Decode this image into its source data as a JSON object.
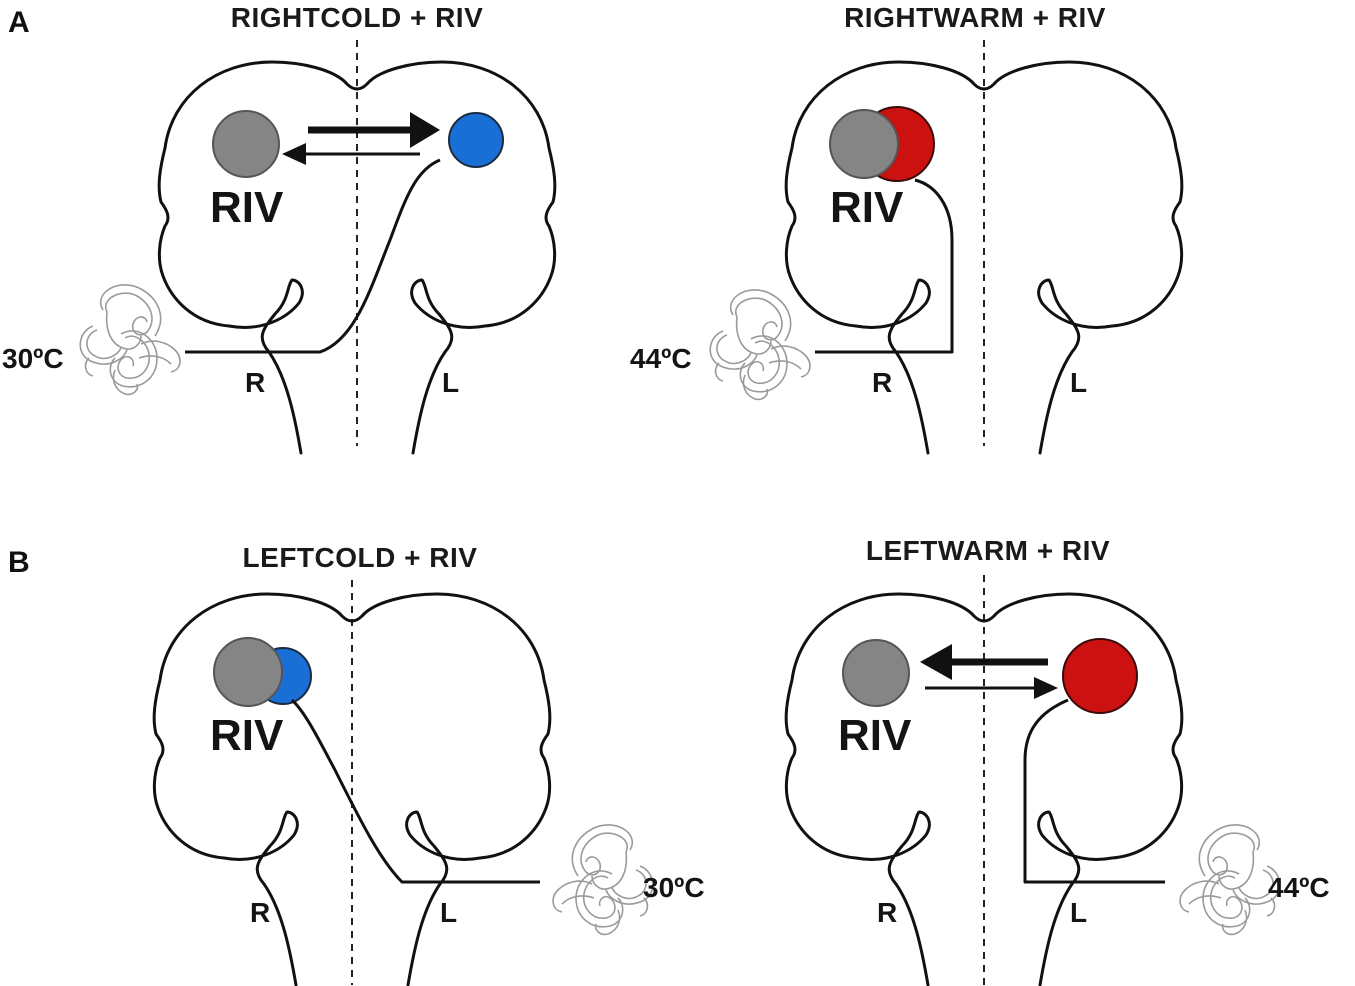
{
  "rows": [
    {
      "label": "A",
      "panels": [
        {
          "title": "RIGHTCOLD + RIV",
          "riv_label": "RIV",
          "side_right": "R",
          "side_left": "L",
          "temperature": "30ºC",
          "stimulus_color": "#1a6fd6",
          "riv_color": "#858585",
          "arrows": "bidirectional"
        },
        {
          "title": "RIGHTWARM + RIV",
          "riv_label": "RIV",
          "side_right": "R",
          "side_left": "L",
          "temperature": "44ºC",
          "stimulus_color": "#cc1111",
          "riv_color": "#858585",
          "arrows": "none"
        }
      ]
    },
    {
      "label": "B",
      "panels": [
        {
          "title": "LEFTCOLD + RIV",
          "riv_label": "RIV",
          "side_right": "R",
          "side_left": "L",
          "temperature": "30ºC",
          "stimulus_color": "#1a6fd6",
          "riv_color": "#858585",
          "arrows": "none"
        },
        {
          "title": "LEFTWARM + RIV",
          "riv_label": "RIV",
          "side_right": "R",
          "side_left": "L",
          "temperature": "44ºC",
          "stimulus_color": "#cc1111",
          "riv_color": "#858585",
          "arrows": "bidirectional"
        }
      ]
    }
  ]
}
